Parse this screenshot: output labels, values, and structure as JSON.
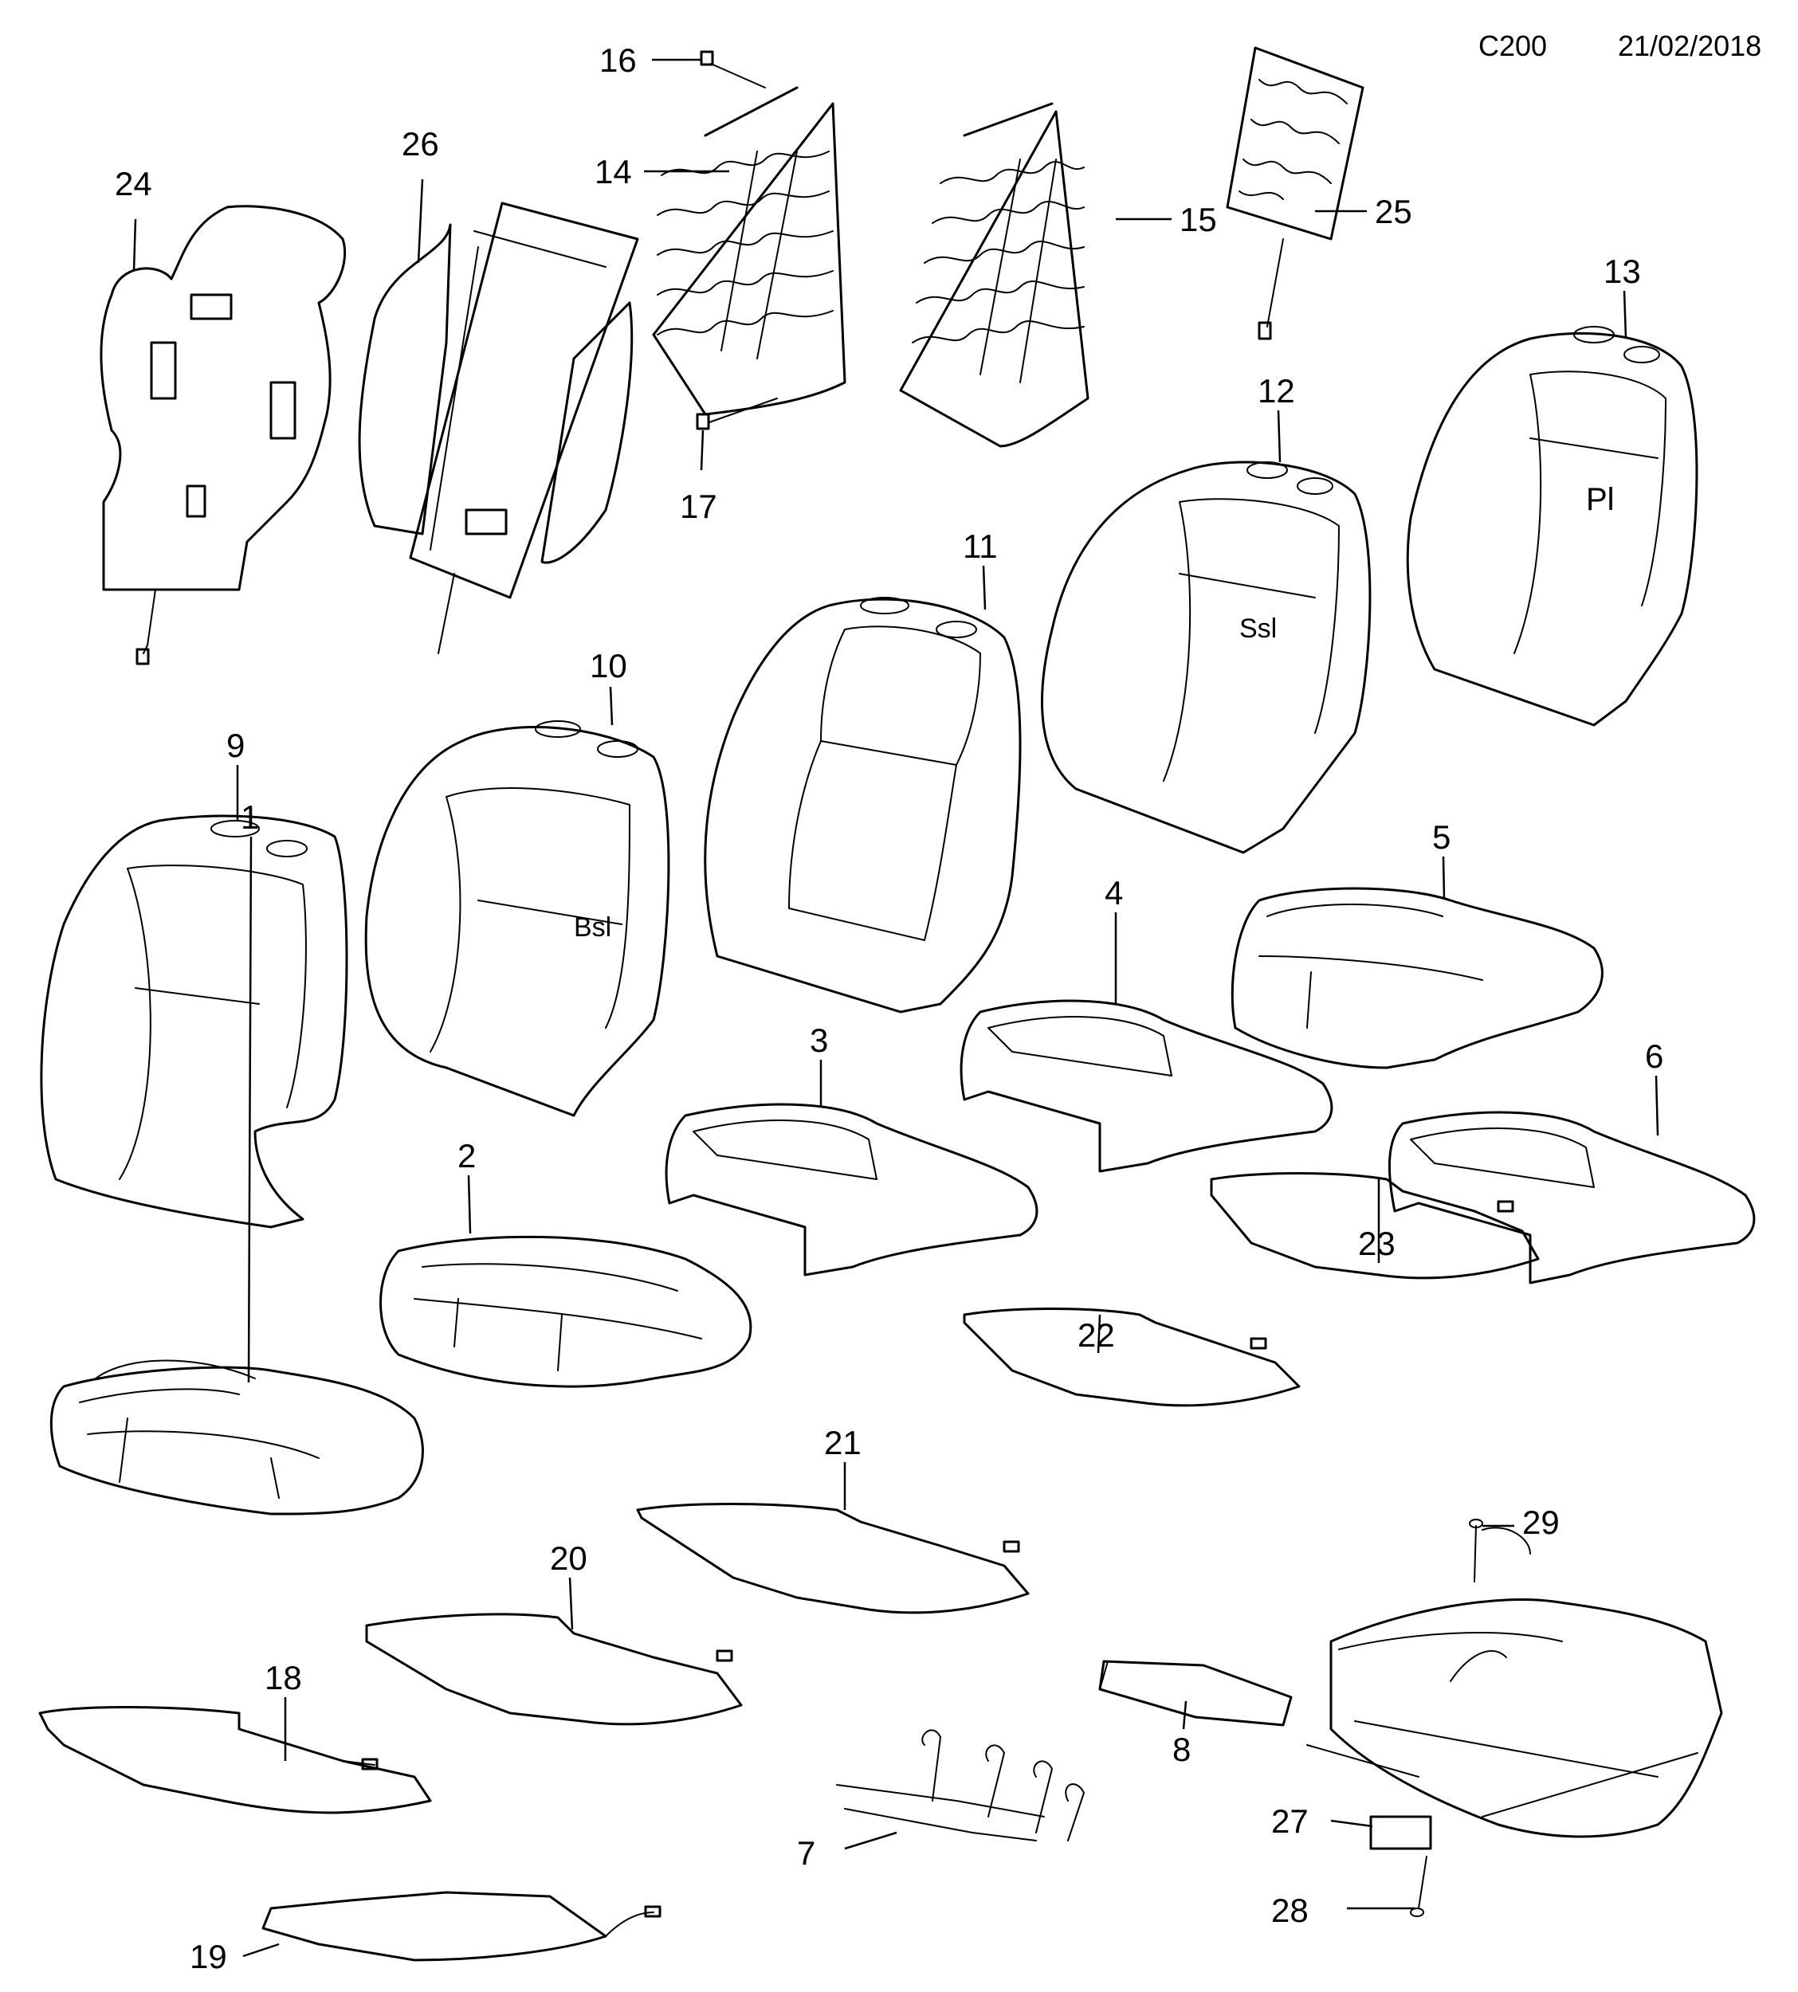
{
  "header": {
    "code": "C200",
    "date": "21/02/2018"
  },
  "callouts": [
    {
      "id": "1",
      "label": "1"
    },
    {
      "id": "2",
      "label": "2"
    },
    {
      "id": "3",
      "label": "3"
    },
    {
      "id": "4",
      "label": "4"
    },
    {
      "id": "5",
      "label": "5"
    },
    {
      "id": "6",
      "label": "6"
    },
    {
      "id": "7",
      "label": "7"
    },
    {
      "id": "8",
      "label": "8"
    },
    {
      "id": "9",
      "label": "9"
    },
    {
      "id": "10",
      "label": "10"
    },
    {
      "id": "11",
      "label": "11"
    },
    {
      "id": "12",
      "label": "12"
    },
    {
      "id": "13",
      "label": "13"
    },
    {
      "id": "14",
      "label": "14"
    },
    {
      "id": "15",
      "label": "15"
    },
    {
      "id": "16",
      "label": "16"
    },
    {
      "id": "17",
      "label": "17"
    },
    {
      "id": "18",
      "label": "18"
    },
    {
      "id": "19",
      "label": "19"
    },
    {
      "id": "20",
      "label": "20"
    },
    {
      "id": "21",
      "label": "21"
    },
    {
      "id": "22",
      "label": "22"
    },
    {
      "id": "23",
      "label": "23"
    },
    {
      "id": "24",
      "label": "24"
    },
    {
      "id": "25",
      "label": "25"
    },
    {
      "id": "26",
      "label": "26"
    },
    {
      "id": "27",
      "label": "27"
    },
    {
      "id": "28",
      "label": "28"
    },
    {
      "id": "29",
      "label": "29"
    }
  ],
  "back_markings": {
    "part_10": "Bsl",
    "part_12": "Ssl",
    "part_13": "Pl"
  }
}
